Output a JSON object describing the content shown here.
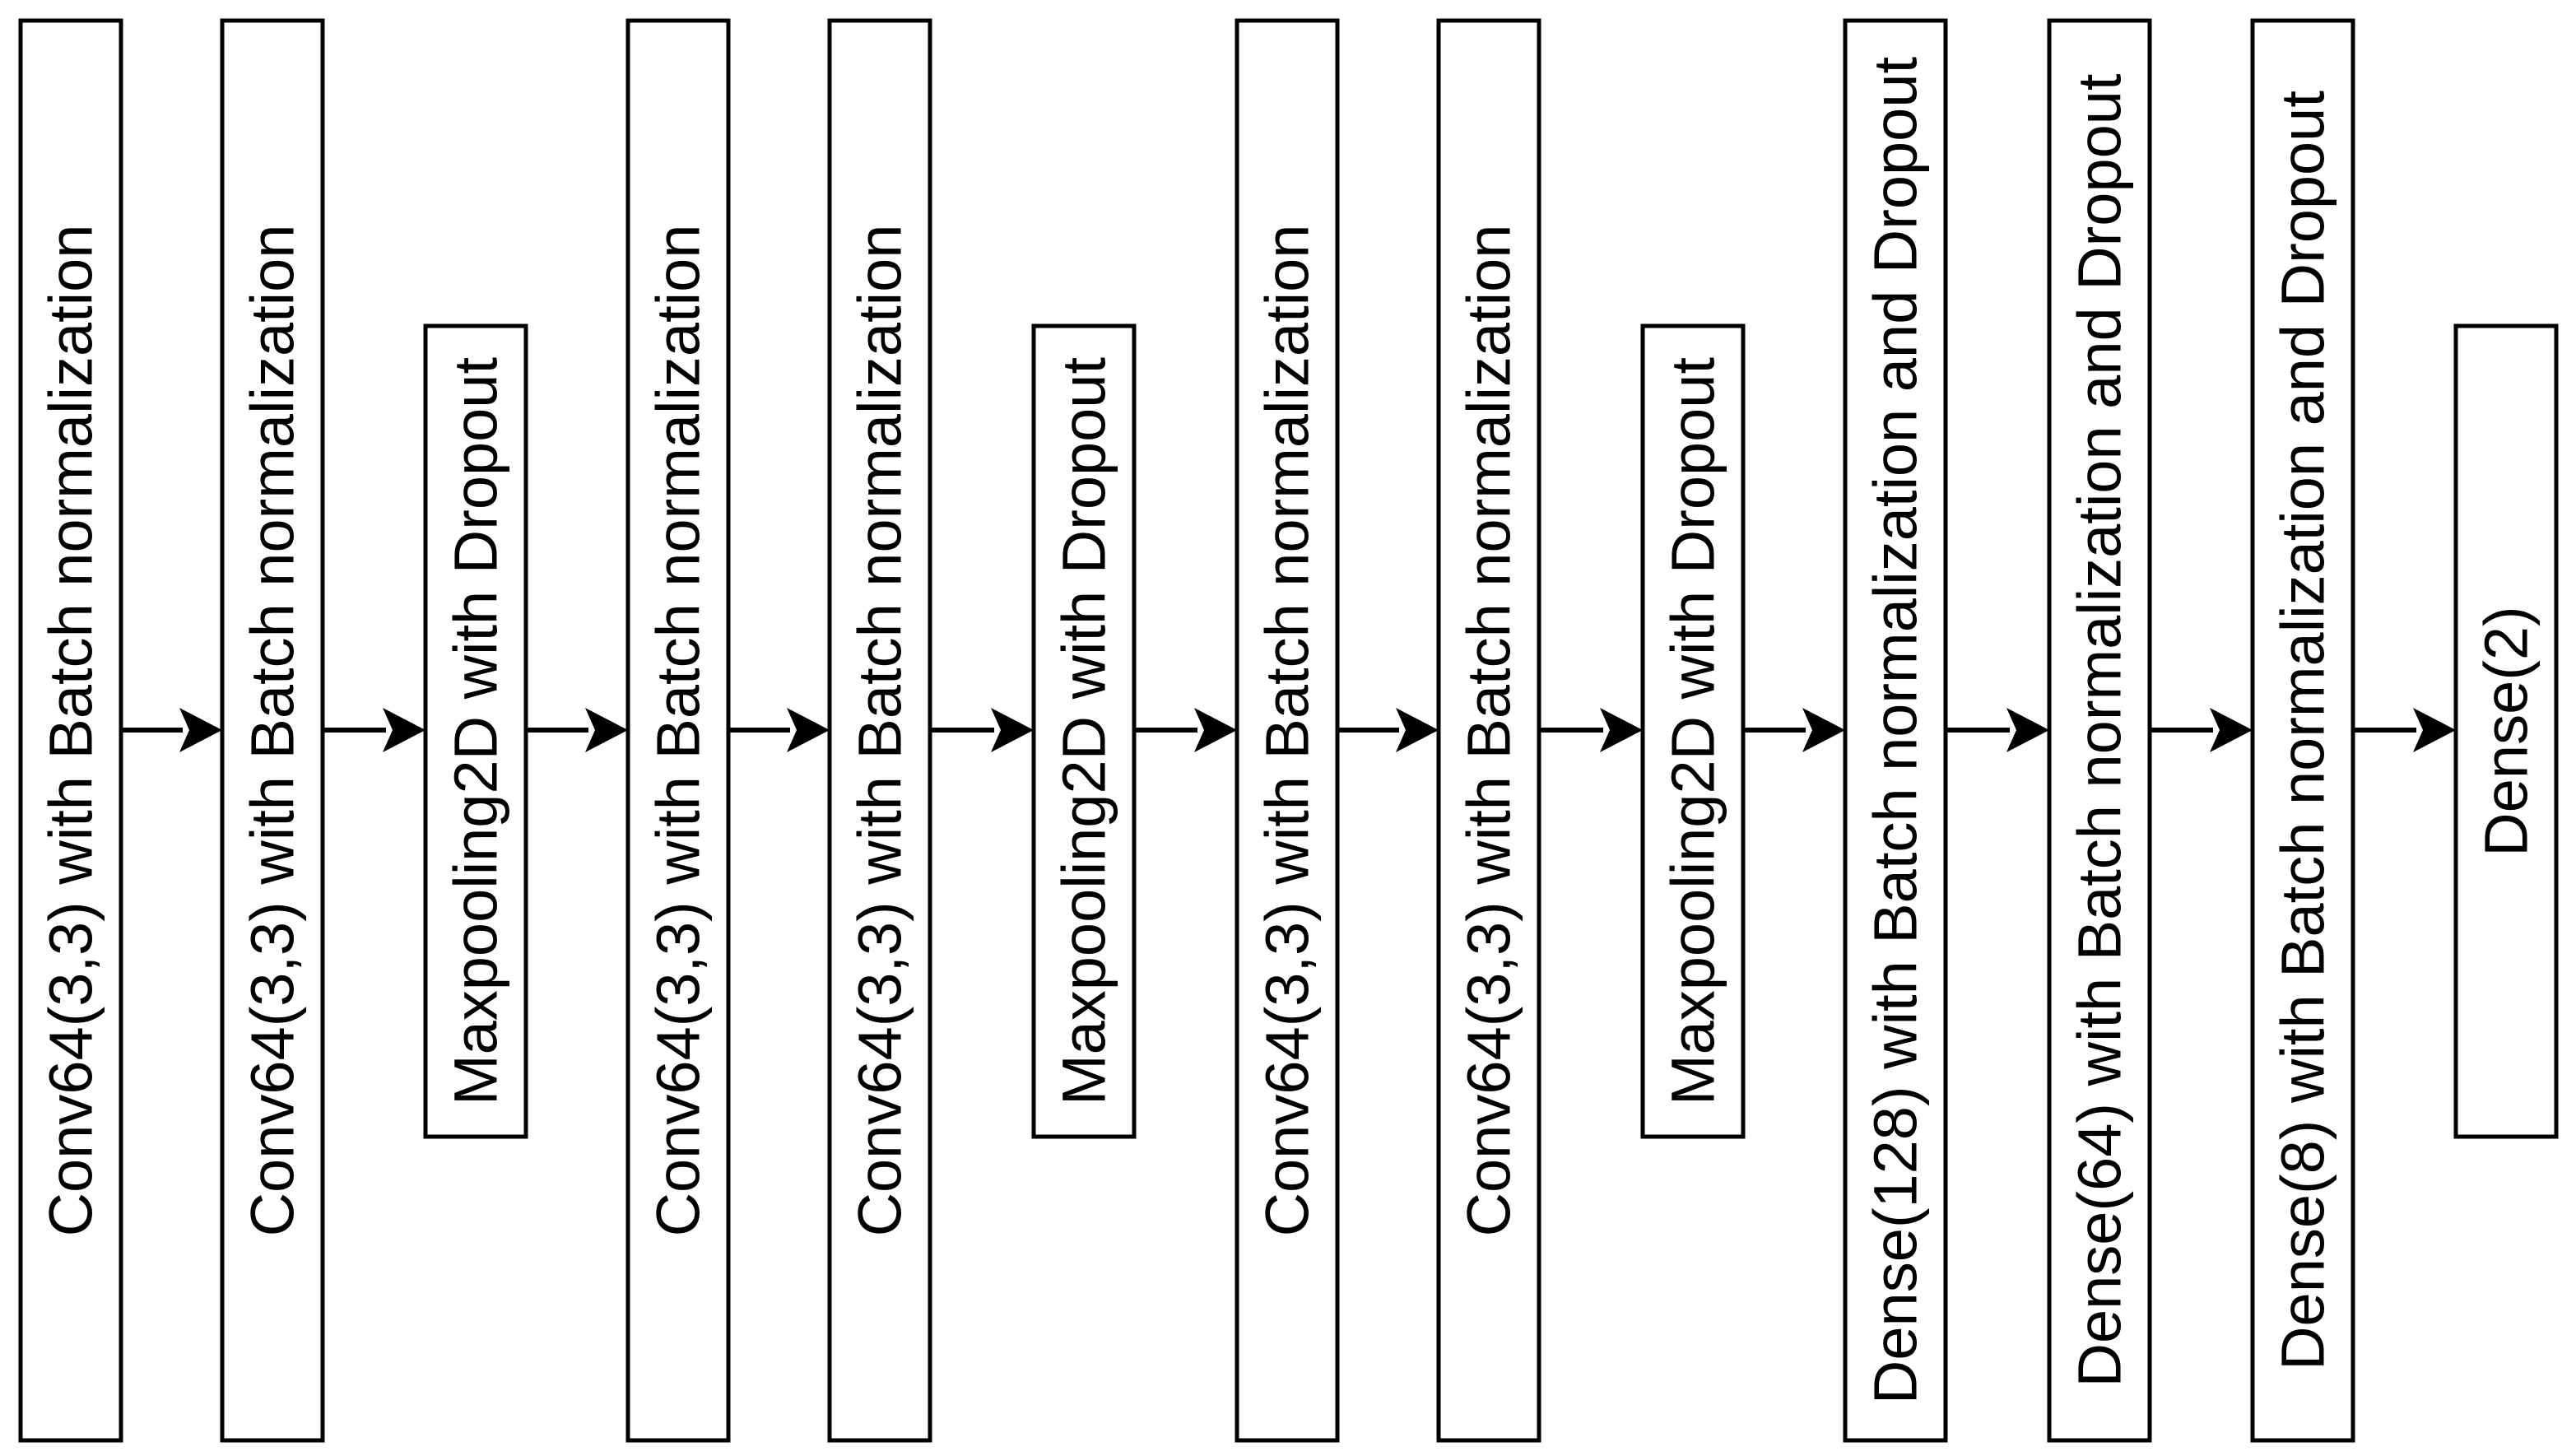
{
  "diagram": {
    "layers": [
      {
        "label": "Conv64(3,3) with Batch normalization",
        "kind": "conv"
      },
      {
        "label": "Conv64(3,3) with Batch normalization",
        "kind": "conv"
      },
      {
        "label": "Maxpooling2D with Dropout",
        "kind": "pool"
      },
      {
        "label": "Conv64(3,3) with Batch normalization",
        "kind": "conv"
      },
      {
        "label": "Conv64(3,3) with Batch normalization",
        "kind": "conv"
      },
      {
        "label": "Maxpooling2D with Dropout",
        "kind": "pool"
      },
      {
        "label": "Conv64(3,3) with Batch normalization",
        "kind": "conv"
      },
      {
        "label": "Conv64(3,3) with Batch normalization",
        "kind": "conv"
      },
      {
        "label": "Maxpooling2D with Dropout",
        "kind": "pool"
      },
      {
        "label": "Dense(128) with Batch normalization and Dropout",
        "kind": "dense"
      },
      {
        "label": "Dense(64) with Batch normalization and Dropout",
        "kind": "dense"
      },
      {
        "label": "Dense(8) with Batch normalization and Dropout",
        "kind": "dense"
      },
      {
        "label": "Dense(2)",
        "kind": "output"
      }
    ],
    "colors": {
      "stroke": "#000000",
      "fill": "#ffffff",
      "text": "#000000"
    }
  }
}
